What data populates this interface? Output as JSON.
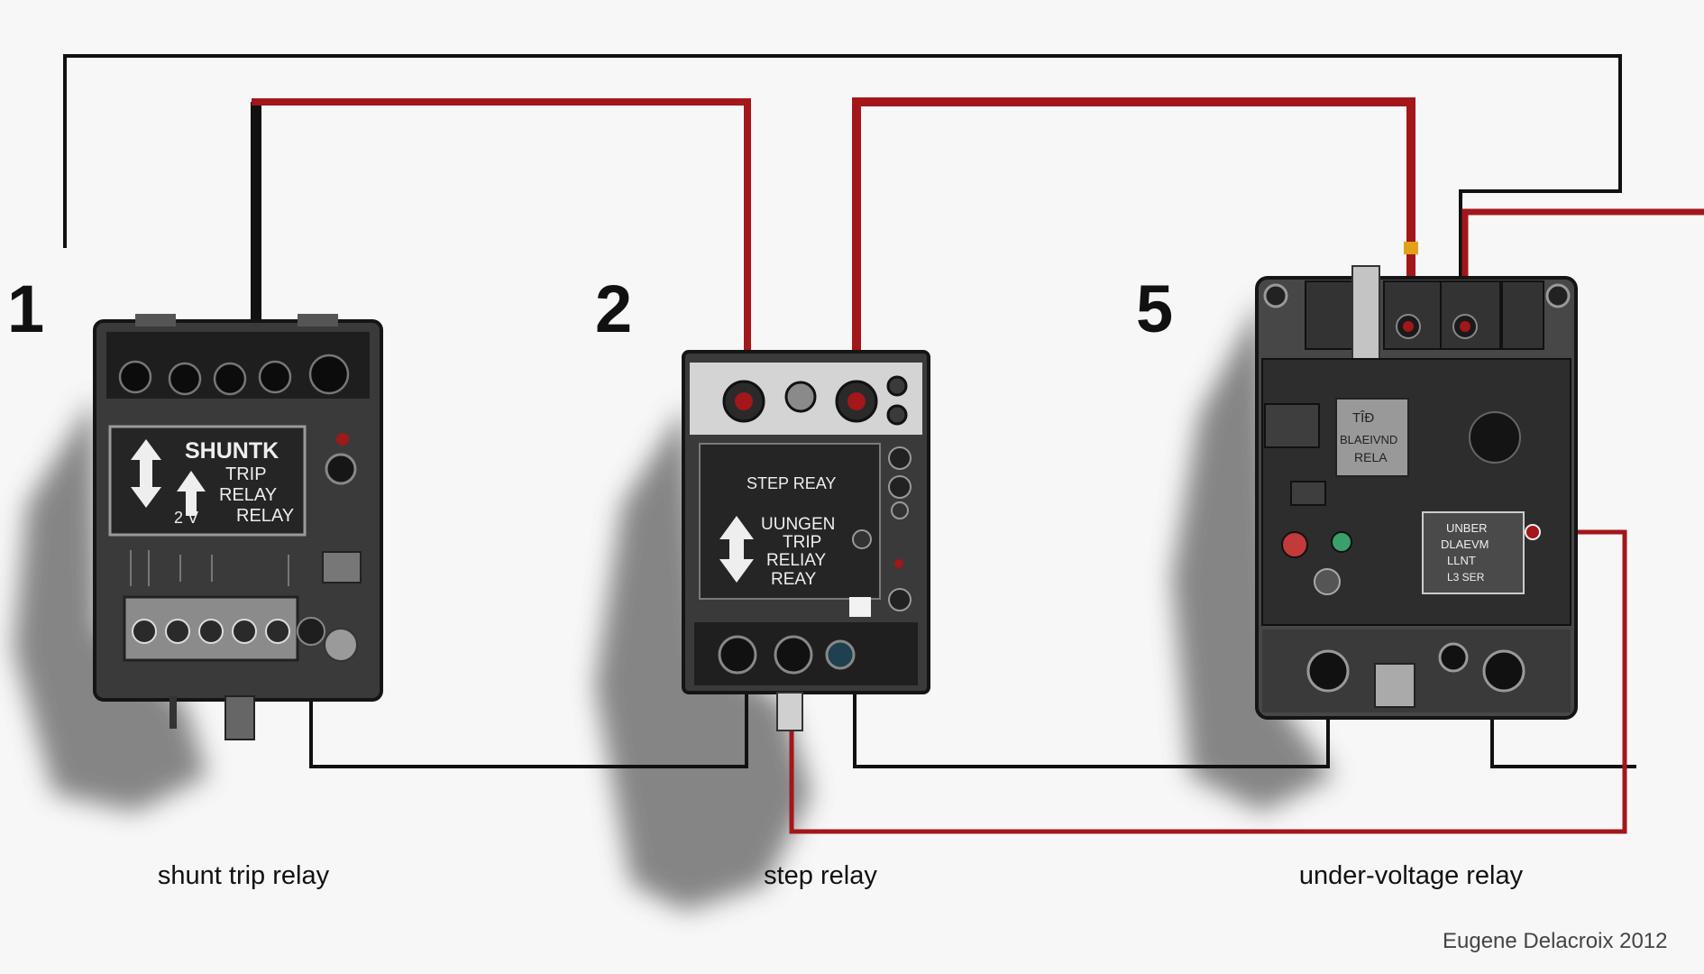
{
  "numbers": {
    "n1": "1",
    "n2": "2",
    "n3": "5"
  },
  "captions": {
    "c1": "shunt trip relay",
    "c2": "step relay",
    "c3": "under-voltage relay"
  },
  "relay1": {
    "label_line1": "SHUNTK",
    "label_line2": "TRIP",
    "label_line3": "RELAY",
    "label_line4": "RELAY",
    "label_small": "2 V"
  },
  "relay2": {
    "header": "STEP REAY",
    "label_line1": "UUNGEN",
    "label_line2": "TRIP",
    "label_line3": "RELIAY",
    "label_line4": "REAY"
  },
  "relay3": {
    "chip_line1": "TÎÐ",
    "chip_line2": "BLAEIVND",
    "chip_line3": "RELA",
    "box_line1": "UNBER",
    "box_line2": "DLAEVM",
    "box_line3": "LLNT",
    "box_line4": "L3 SER"
  },
  "signature": "Eugene Delacroix 2012",
  "colors": {
    "wire_red": "#a3161a",
    "wire_black": "#111111",
    "housing": "#3a3a3a",
    "panel": "#222222",
    "background": "#f7f7f7"
  }
}
